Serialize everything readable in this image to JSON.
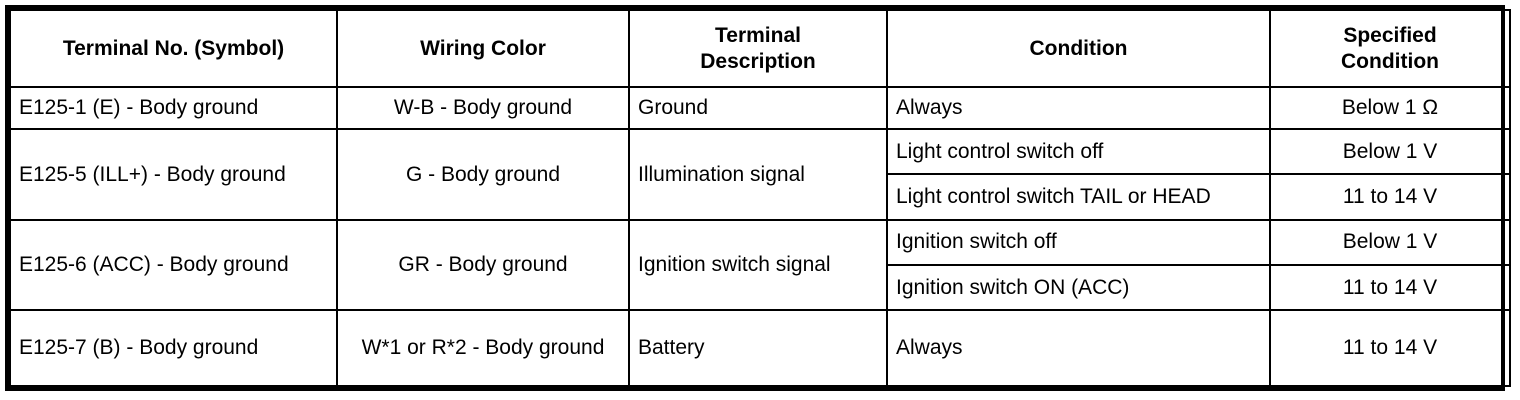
{
  "table": {
    "headers": [
      "Terminal No. (Symbol)",
      "Wiring Color",
      "Terminal\nDescription",
      "Condition",
      "Specified\nCondition"
    ],
    "header_parts": {
      "terminal_no": "Terminal No. (Symbol)",
      "wiring_color": "Wiring Color",
      "terminal_description_line1": "Terminal",
      "terminal_description_line2": "Description",
      "condition": "Condition",
      "specified_condition_line1": "Specified",
      "specified_condition_line2": "Condition"
    },
    "rows": [
      {
        "terminal_no": "E125-1 (E) - Body ground",
        "wiring_color": "W-B - Body ground",
        "terminal_description": "Ground",
        "conditions": [
          {
            "condition": "Always",
            "specified_condition": "Below 1 Ω"
          }
        ]
      },
      {
        "terminal_no": "E125-5 (ILL+) - Body ground",
        "wiring_color": "G - Body ground",
        "terminal_description": "Illumination signal",
        "conditions": [
          {
            "condition": "Light control switch off",
            "specified_condition": "Below 1 V"
          },
          {
            "condition": "Light control switch TAIL or HEAD",
            "specified_condition": "11 to 14 V"
          }
        ]
      },
      {
        "terminal_no": "E125-6 (ACC) - Body ground",
        "wiring_color": "GR - Body ground",
        "terminal_description": "Ignition switch signal",
        "conditions": [
          {
            "condition": "Ignition switch off",
            "specified_condition": "Below 1 V"
          },
          {
            "condition": "Ignition switch ON (ACC)",
            "specified_condition": "11 to 14 V"
          }
        ]
      },
      {
        "terminal_no": "E125-7 (B) - Body ground",
        "wiring_color": "W*1 or R*2 - Body ground",
        "terminal_description": "Battery",
        "conditions": [
          {
            "condition": "Always",
            "specified_condition": "11 to 14 V"
          }
        ]
      }
    ]
  },
  "colors": {
    "border": "#000000",
    "text": "#000000",
    "background": "#ffffff"
  }
}
